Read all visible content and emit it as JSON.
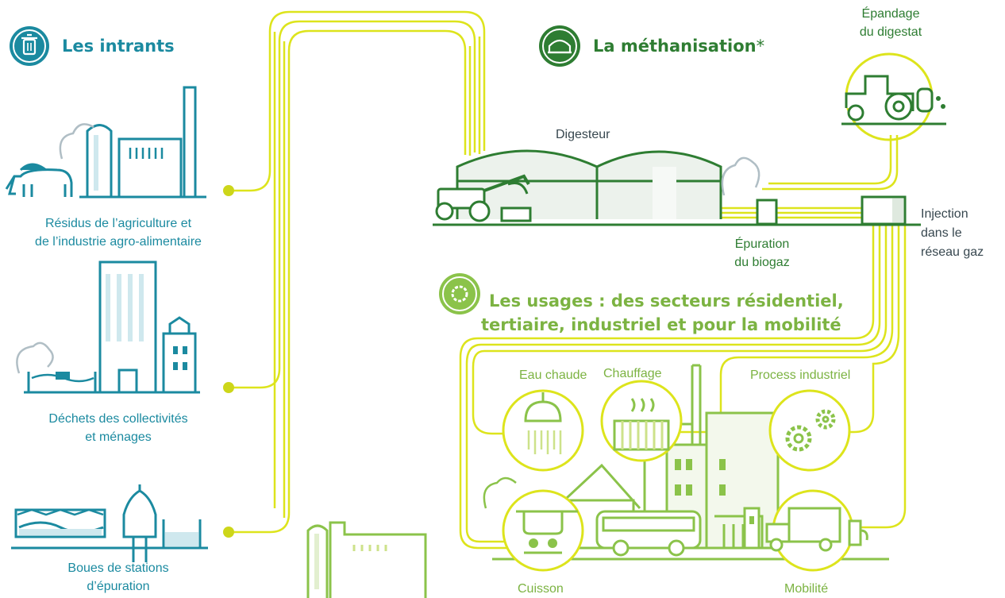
{
  "sections": {
    "intrants": {
      "title": "Les intrants",
      "icon": "trash-icon",
      "color": "#1b8aa0"
    },
    "methanisation": {
      "title": "La méthanisation",
      "asterisk": "*",
      "icon": "digester-icon",
      "color": "#2e7d32"
    },
    "usages": {
      "title_line1": "Les usages : des secteurs résidentiel,",
      "title_line2": "tertiaire, industriel et pour la mobilité",
      "icon": "gear-icon",
      "color": "#7cb342"
    }
  },
  "intrants": {
    "agri_line1": "Résidus de l’agriculture et",
    "agri_line2": "de l’industrie agro-alimentaire",
    "dechets_line1": "Déchets des collectivités",
    "dechets_line2": "et ménages",
    "boues_line1": "Boues de stations",
    "boues_line2": "d’épuration"
  },
  "methanisation": {
    "digesteur": "Digesteur",
    "epandage_line1": "Épandage",
    "epandage_line2": "du digestat",
    "epuration_line1": "Épuration",
    "epuration_line2": "du biogaz",
    "injection_line1": "Injection",
    "injection_line2": "dans le",
    "injection_line3": "réseau gaz"
  },
  "usages": {
    "eau_chaude": "Eau chaude",
    "chauffage": "Chauffage",
    "process": "Process industriel",
    "cuisson": "Cuisson",
    "mobilite": "Mobilité"
  },
  "colors": {
    "pipe": "#dde41c",
    "pipe_dot": "#cdd61a",
    "intrants": "#1b8aa0",
    "methanisation": "#2e7d32",
    "usages": "#8bc34a"
  }
}
